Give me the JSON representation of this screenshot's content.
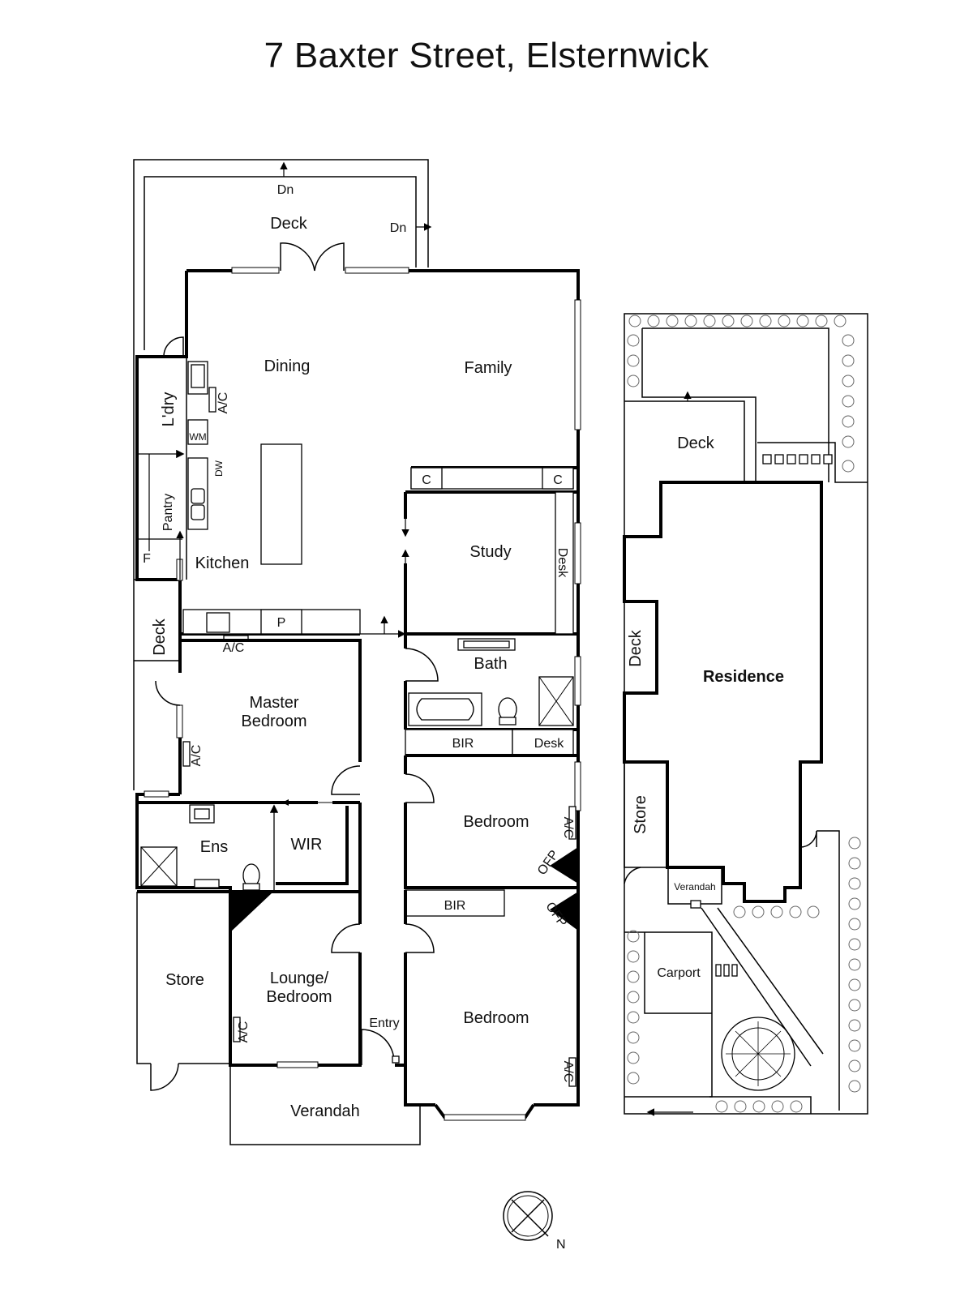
{
  "title": "7 Baxter Street, Elsternwick",
  "house": {
    "deck_top": "Deck",
    "dn_top": "Dn",
    "dn_right": "Dn",
    "dining": "Dining",
    "family": "Family",
    "laundry": "L'dry",
    "wm": "WM",
    "ac": "A/C",
    "dw": "DW",
    "pantry": "Pantry",
    "fridge": "F",
    "kitchen": "Kitchen",
    "cupboard": "C",
    "study": "Study",
    "desk": "Desk",
    "deck_side": "Deck",
    "p": "P",
    "bath": "Bath",
    "master_1": "Master",
    "master_2": "Bedroom",
    "bir": "BIR",
    "bedroom": "Bedroom",
    "ofp": "OFP",
    "ens": "Ens",
    "wir": "WIR",
    "store": "Store",
    "lounge_1": "Lounge/",
    "lounge_2": "Bedroom",
    "entry": "Entry",
    "verandah": "Verandah",
    "north": "N"
  },
  "site": {
    "deck": "Deck",
    "deck_side": "Deck",
    "residence": "Residence",
    "store": "Store",
    "verandah": "Verandah",
    "carport": "Carport"
  }
}
